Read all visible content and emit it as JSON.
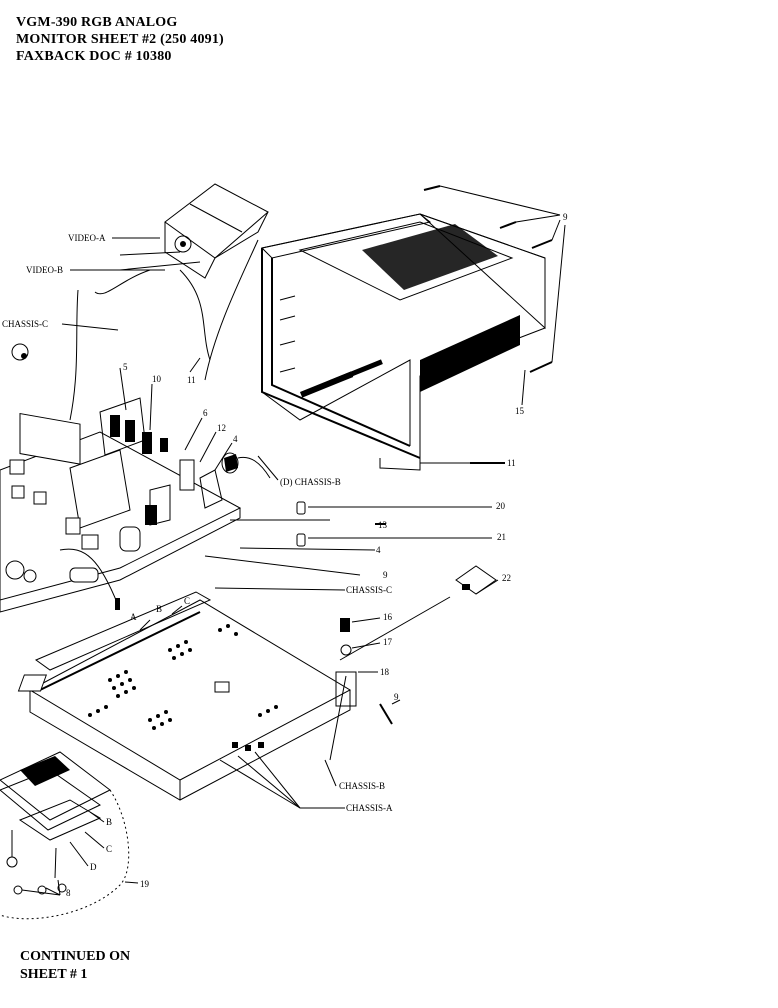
{
  "header": {
    "line1": "VGM-390 RGB ANALOG",
    "line2": "MONITOR SHEET #2   (250 4091)",
    "line3": "FAXBACK DOC # 10380"
  },
  "footer": {
    "line1": "CONTINUED ON",
    "line2": "SHEET # 1"
  },
  "callouts": {
    "video_a": "VIDEO-A",
    "video_b": "VIDEO-B",
    "chassis_c_top": "CHASSIS-C",
    "n9_top": "9",
    "n15": "15",
    "n11_right": "11",
    "n11_mid": "11",
    "n5": "5",
    "n10": "10",
    "n6": "6",
    "n12": "12",
    "n4_top": "4",
    "chassis_b_d": "(D) CHASSIS-B",
    "n20": "20",
    "n13": "13",
    "n21": "21",
    "n4_mid": "4",
    "n9_mid": "9",
    "chassis_c_mid": "CHASSIS-C",
    "n22": "22",
    "n16": "16",
    "n17": "17",
    "n18": "18",
    "n9_low": "9",
    "chassis_b_low": "CHASSIS-B",
    "chassis_a": "CHASSIS-A",
    "ltr_a": "A",
    "ltr_b": "B",
    "ltr_c": "C",
    "ltr_b2": "B",
    "ltr_c2": "C",
    "ltr_d": "D",
    "n8": "8",
    "n19": "19"
  }
}
